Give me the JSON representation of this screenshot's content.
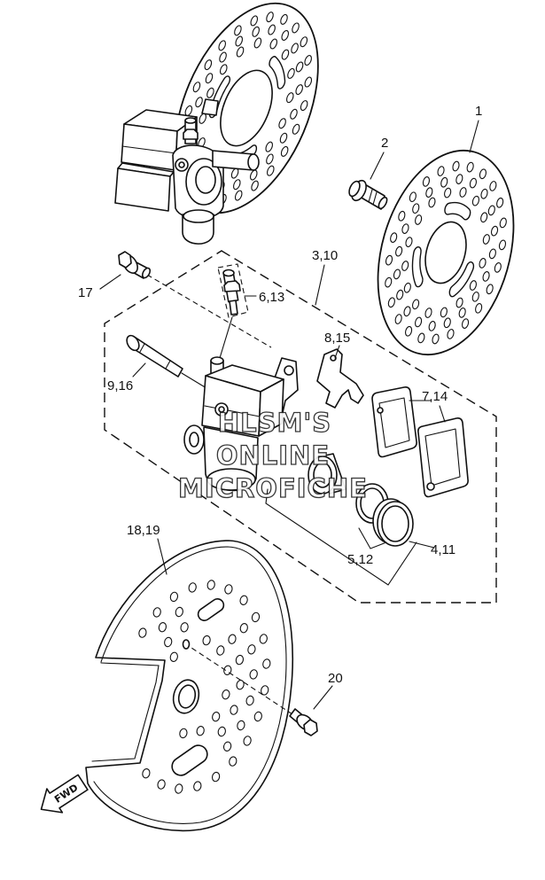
{
  "callouts": {
    "brake_disc": "1",
    "disc_bolt": "2",
    "caliper_assembly": "3,10",
    "caliper_bolt": "17",
    "bleed_screw": "6,13",
    "pad_spring": "8,15",
    "caliper_pin": "9,16",
    "brake_pads": "7,14",
    "seal": "5,12",
    "piston_seal": "4,11",
    "disc_cover": "18,19",
    "cover_bolt": "20"
  },
  "fwd_arrow": "FWD",
  "watermark": {
    "line1": "HLSM'S",
    "line2": "ONLINE",
    "line3": "MICROFICHE"
  }
}
